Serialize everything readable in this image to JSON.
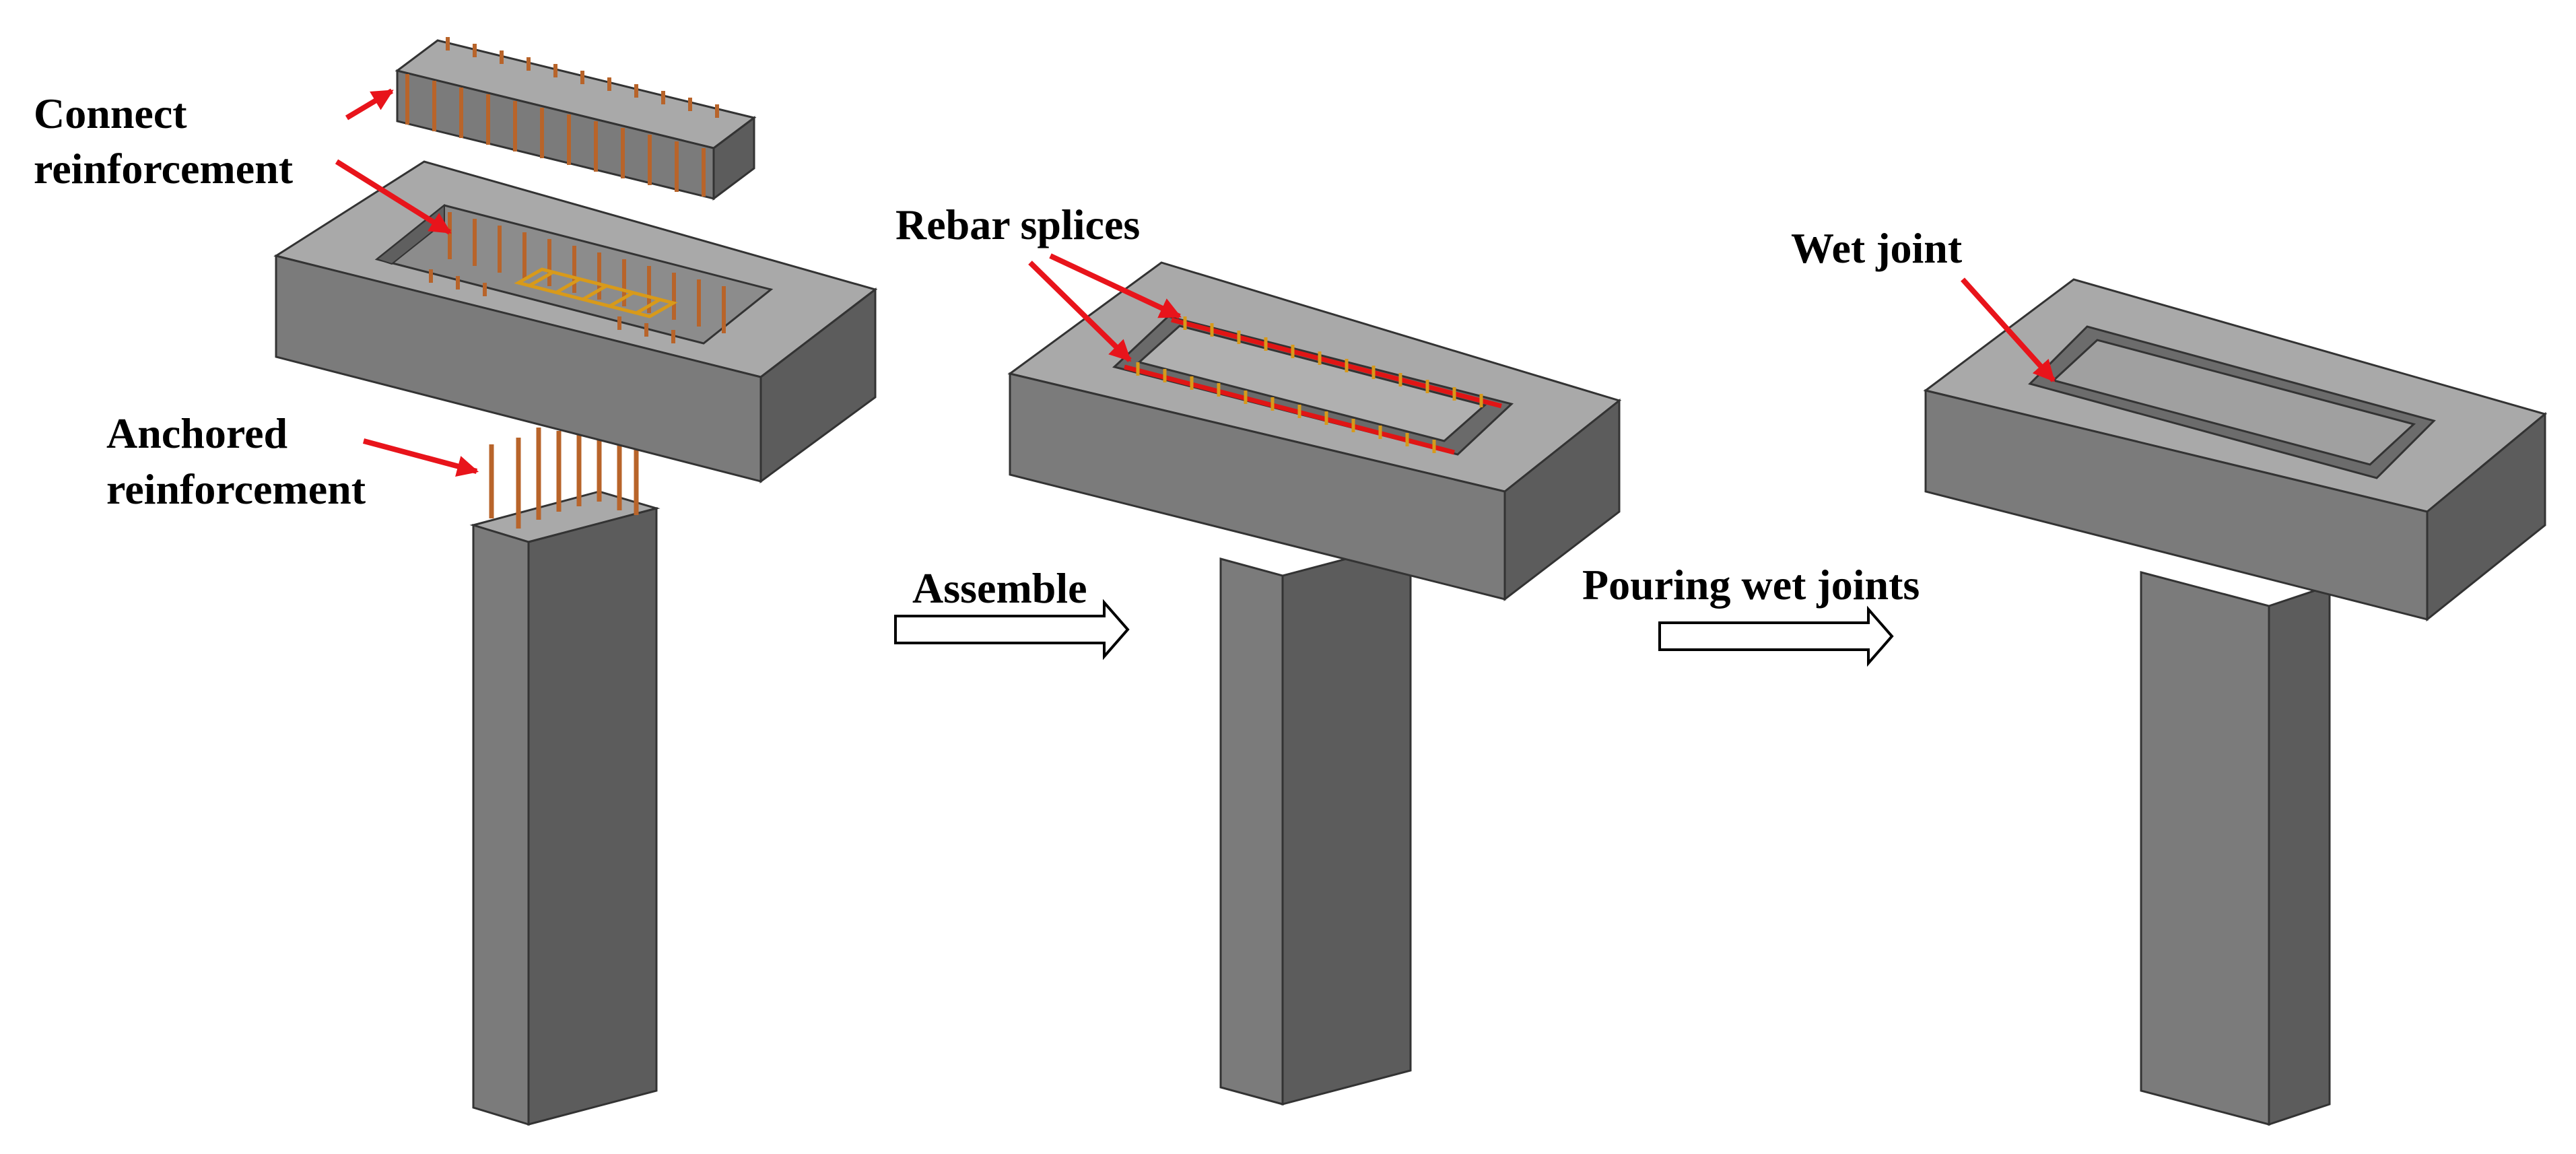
{
  "labels": {
    "connect_line1": "Connect",
    "connect_line2": "reinforcement",
    "anchored_line1": "Anchored",
    "anchored_line2": "reinforcement",
    "rebar_splices": "Rebar splices",
    "assemble": "Assemble",
    "pouring_wet_joints": "Pouring wet joints",
    "wet_joint": "Wet joint"
  },
  "colors": {
    "annotation_arrow": "#e8141b",
    "concrete_top": "#a9a9a9",
    "concrete_front": "#7b7b7b",
    "concrete_side": "#5c5c5c",
    "rebar": "#b8642a",
    "splice_highlight": "#e01515",
    "wet_joint_fill": "#6c6c6c"
  }
}
